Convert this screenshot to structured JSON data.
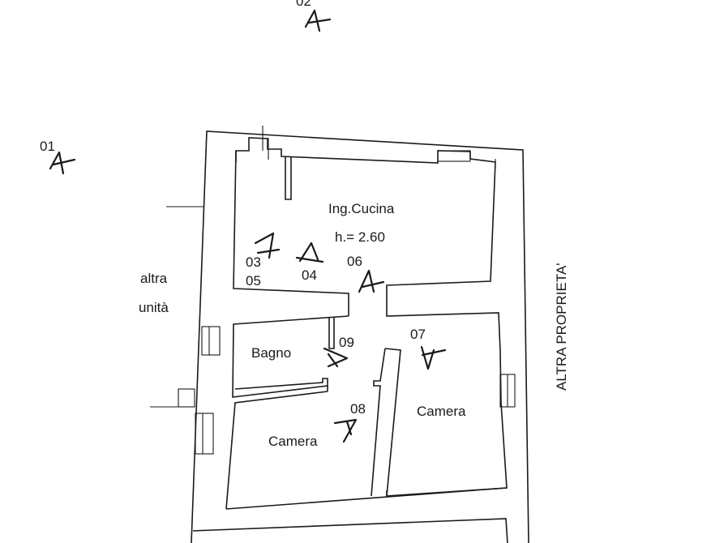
{
  "rooms": {
    "kitchen": {
      "name": "Ing.Cucina",
      "height": "h.= 2.60"
    },
    "bathroom": {
      "name": "Bagno"
    },
    "bedroom_left": {
      "name": "Camera"
    },
    "bedroom_right": {
      "name": "Camera"
    }
  },
  "neighbors": {
    "left_line1": "altra",
    "left_line2": "unità",
    "right": "ALTRA PROPRIETA'"
  },
  "views": {
    "v01": "01",
    "v02": "02",
    "v03": "03",
    "v04": "04",
    "v05": "05",
    "v06": "06",
    "v07": "07",
    "v08": "08",
    "v09": "09"
  }
}
